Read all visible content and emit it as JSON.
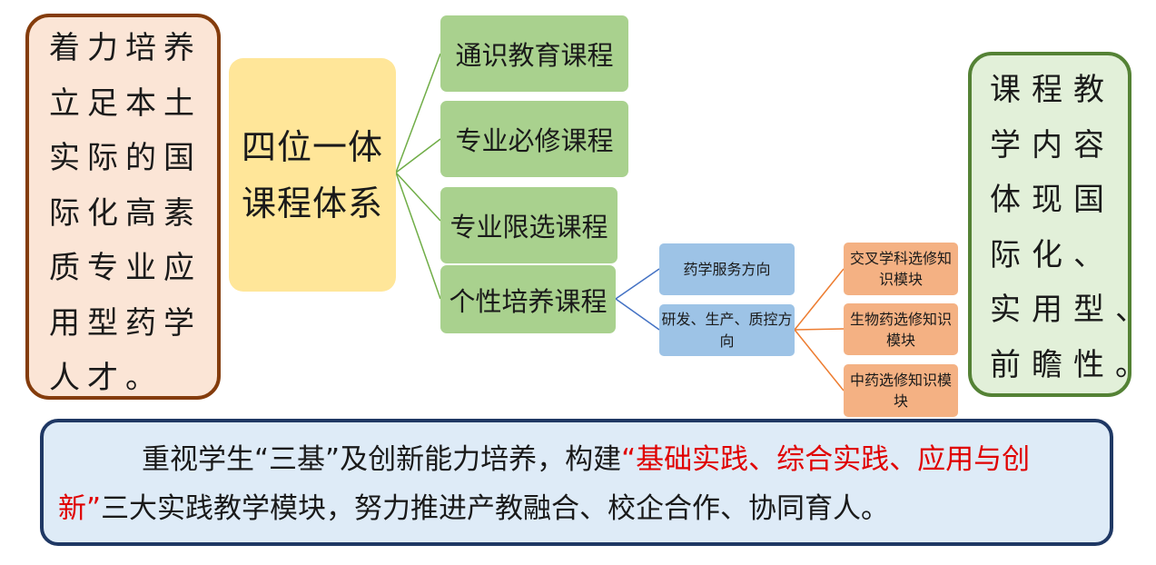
{
  "left_goal": {
    "lines": [
      "着力培养",
      "立足本土",
      "实际的国",
      "际化高素",
      "质专业应",
      "用型药学",
      "人才。"
    ]
  },
  "core": {
    "line1": "四位一体",
    "line2": "课程体系"
  },
  "courses": [
    {
      "label": "通识教育课程"
    },
    {
      "label": "专业必修课程"
    },
    {
      "label": "专业限选课程"
    },
    {
      "label": "个性培养课程"
    }
  ],
  "directions": [
    {
      "label": "药学服务方向"
    },
    {
      "label": "研发、生产、质控方向"
    }
  ],
  "modules": [
    {
      "label": "交叉学科选修知识模块"
    },
    {
      "label": "生物药选修知识模块"
    },
    {
      "label": "中药选修知识模块"
    }
  ],
  "right_feature": {
    "lines": [
      "课程教",
      "学内容",
      "体现国",
      "际化、",
      "实用型、",
      "前瞻性。"
    ]
  },
  "bottom": {
    "text_before": "重视学生“三基”及创新能力培养，构建",
    "highlight": "“基础实践、综合实践、应用与创新”",
    "text_after": "三大实践教学模块，努力推进产教融合、校企合作、协同育人。"
  },
  "colors": {
    "left_fill": "#fbe5d6",
    "left_border": "#843c0c",
    "core_fill": "#ffe699",
    "course_fill": "#a9d18e",
    "direction_fill": "#9dc3e6",
    "module_fill": "#f4b183",
    "right_fill": "#e2f0d9",
    "right_border": "#548235",
    "bottom_fill": "#deebf7",
    "bottom_border": "#1f3864",
    "highlight_text": "#e00000"
  }
}
